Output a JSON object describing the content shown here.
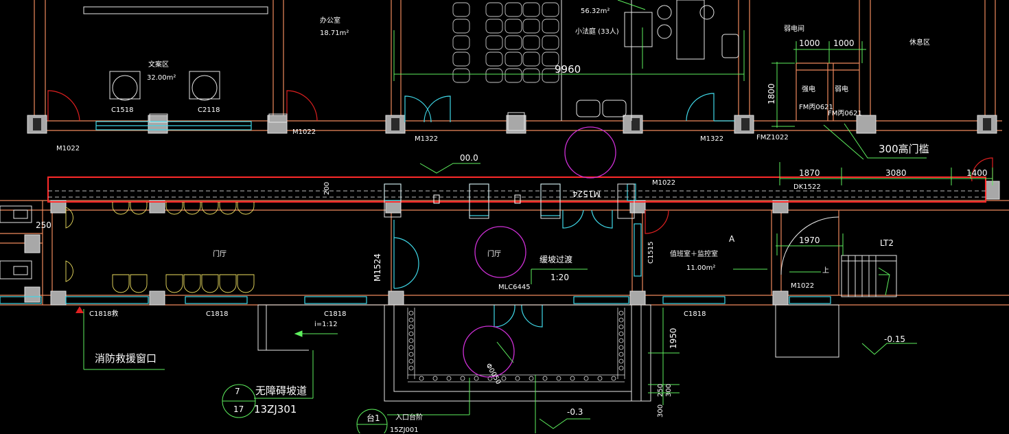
{
  "rooms": {
    "office": "办公室",
    "office_area": "18.71m²",
    "archive": "文案区",
    "archive_area": "32.00m²",
    "meeting_area": "56.32m²",
    "small_court": "小法庭 (33人)",
    "weak_elec_room": "弱电间",
    "lounge": "休息区",
    "strong_elec": "强电",
    "weak_elec": "弱电",
    "lobby_left": "门厅",
    "lobby_center": "门厅",
    "duty_room": "值班室＋监控室",
    "duty_area": "11.00m²",
    "axis_a": "A",
    "stair": "LT2",
    "stair_up": "上",
    "entrance_platform": "入口台阶"
  },
  "doors_windows": {
    "c1518": "C1518",
    "c2118": "C2118",
    "m1022_left": "M1022",
    "m1022_b": "M1022",
    "m1322_a": "M1322",
    "m1322_b": "M1322",
    "fmz1022": "FMZ1022",
    "fm_c0621_1": "FM丙0621",
    "fm_c0621_2": "FM丙0621",
    "m1022_corr": "M1022",
    "dk1522": "DK1522",
    "m1524_top": "M1524",
    "m1524_left": "M1524",
    "c1515": "C1515",
    "mlc6445": "MLC6445",
    "m1022_stair": "M1022",
    "c1818_fire": "C1818救",
    "c1818_a": "C1818",
    "c1818_b": "C1818",
    "c1818_c": "C1818"
  },
  "dimensions": {
    "d9960": "9960",
    "d1000a": "1000",
    "d1000b": "1000",
    "d1800": "1800",
    "d1870": "1870",
    "d3080": "3080",
    "d1400": "1400",
    "d200": "200",
    "d250_left": "250",
    "d1970": "1970",
    "d1950": "1950",
    "d250": "250",
    "d300a": "300",
    "d300b": "300",
    "d0050": "Φ0050"
  },
  "annotations": {
    "threshold": "300高门槛",
    "level_000": "00.0",
    "slope_note": "缓坡过渡",
    "slope_ratio": "1:20",
    "ramp_slope": "i=1:12",
    "level_neg015": "-0.15",
    "level_neg03": "-0.3",
    "fire_rescue": "消防救援窗口",
    "ref_index_top": "7",
    "ref_index_bottom": "17",
    "ramp_title": "无障碍坡道",
    "ramp_atlas": "13ZJ301",
    "step_index": "台1",
    "step_atlas": "15ZJ001"
  }
}
